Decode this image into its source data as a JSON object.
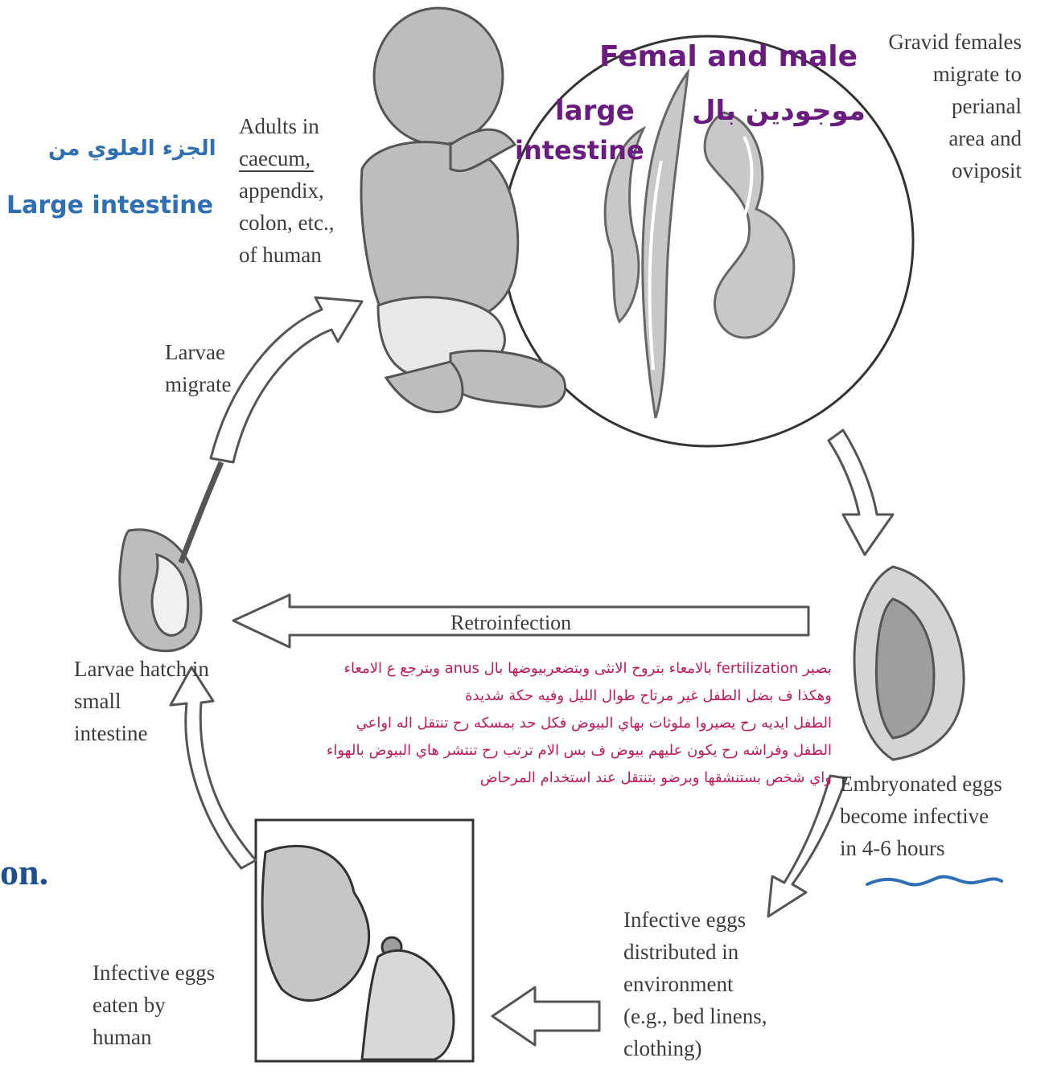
{
  "labels": {
    "adults": "Adults in\ncaecum,\nappendix,\ncolon, etc.,\nof human",
    "gravid": "Gravid females\nmigrate to\nperianal\narea and\noviposit",
    "larvae_migrate": "Larvae\nmigrate",
    "retroinfection": "Retroinfection",
    "larvae_hatch": "Larvae hatch in\nsmall\nintestine",
    "embryonated": "Embryonated eggs\n become infective\n  in 4-6 hours",
    "infective_distributed": "Infective eggs\ndistributed in\nenvironment\n(e.g., bed linens,\nclothing)",
    "infective_eaten": "Infective eggs\neaten by\nhuman",
    "partial_word": "on."
  },
  "annotations": {
    "femal_male": "Femal  and male",
    "large": "large",
    "intestine": "intestine",
    "mawjoodin": "موجودين بال",
    "upper_part": "الجزء العلوي من",
    "large_intestine": "Large intestine",
    "arabic_notes": [
      "بصير fertilization بالامعاء بتروح الانثى وبتضعربيوضها بال anus وبترجع ع الامعاء",
      "وهكذا  ف بضل الطفل غير مرتاح طوال الليل وفيه حكة شديدة",
      "الطفل ايديه رح يصيروا ملوثات بهاي البيوض فكل حد بمسكه رح تنتقل اله اواعي",
      "الطفل وفراشه رح يكون عليهم بيوض ف بس الام ترتب رح تنتشر هاي البيوض بالهواء",
      "واي شخص بستنشقها وبرضو بتنتقل عند استخدام المرحاض"
    ]
  },
  "colors": {
    "handwriting_purple": "#6a1b7f",
    "handwriting_blue": "#2e6fb5",
    "arabic_pink": "#c2185b",
    "label_gray": "#3c3c3c"
  }
}
